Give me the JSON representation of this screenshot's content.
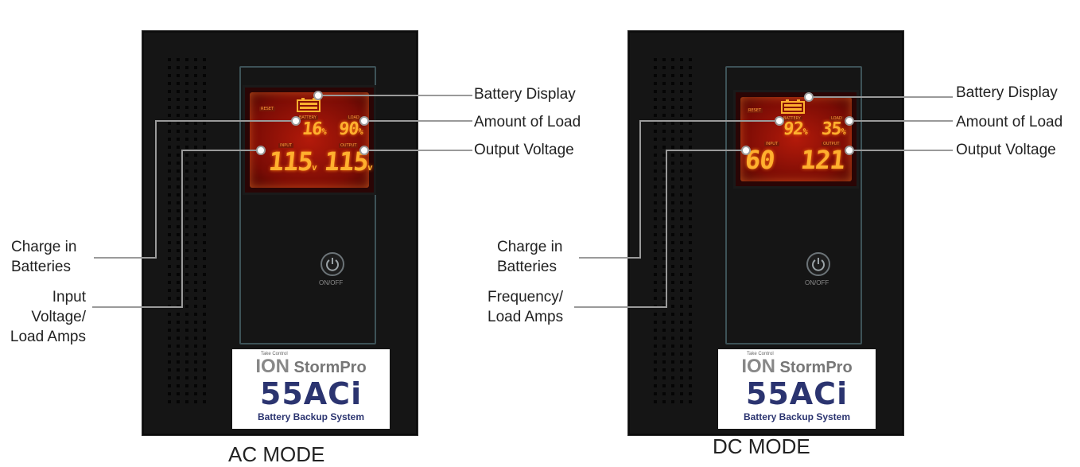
{
  "panels": [
    {
      "mode": "AC MODE",
      "display": {
        "left_value": "16",
        "left_unit": "%",
        "right_value": "90",
        "right_unit": "%",
        "bottom_left": "115",
        "bottom_left_unit": "v",
        "bottom_right": "115",
        "bottom_right_unit": "v",
        "indicator_reset": "RESET",
        "indicator_battery": "BATTERY",
        "indicator_load": "LOAD",
        "indicator_input": "INPUT",
        "indicator_output": "OUTPUT"
      },
      "labels": {
        "battery_display": "Battery Display",
        "amount_of_load": "Amount of Load",
        "output_voltage": "Output Voltage",
        "charge_line1": "Charge in",
        "charge_line2": "Batteries",
        "input_line1": "Input",
        "input_line2": "Voltage/",
        "input_line3": "Load Amps"
      }
    },
    {
      "mode": "DC MODE",
      "display": {
        "left_value": "92",
        "left_unit": "%",
        "right_value": "35",
        "right_unit": "%",
        "bottom_left": "60",
        "bottom_left_unit": "",
        "bottom_right": "121",
        "bottom_right_unit": "",
        "indicator_reset": "RESET",
        "indicator_battery": "BATTERY",
        "indicator_load": "LOAD",
        "indicator_input": "INPUT",
        "indicator_output": "OUTPUT"
      },
      "labels": {
        "battery_display": "Battery Display",
        "amount_of_load": "Amount of Load",
        "output_voltage": "Output Voltage",
        "charge_line1": "Charge in",
        "charge_line2": "Batteries",
        "freq_line1": "Frequency/",
        "freq_line2": "Load Amps"
      }
    }
  ],
  "device": {
    "power_label": "ON/OFF",
    "brand_tag": "Take Control",
    "brand_ion": "ION",
    "brand_name": "StormPro",
    "model": "55ACi",
    "tagline": "Battery Backup System"
  },
  "colors": {
    "device_body": "#151515",
    "lcd_digits": "#ffb02e",
    "brand_navy": "#2b3470",
    "callout_line": "#9a9a9a"
  },
  "icons": [
    "battery-icon",
    "power-icon"
  ]
}
